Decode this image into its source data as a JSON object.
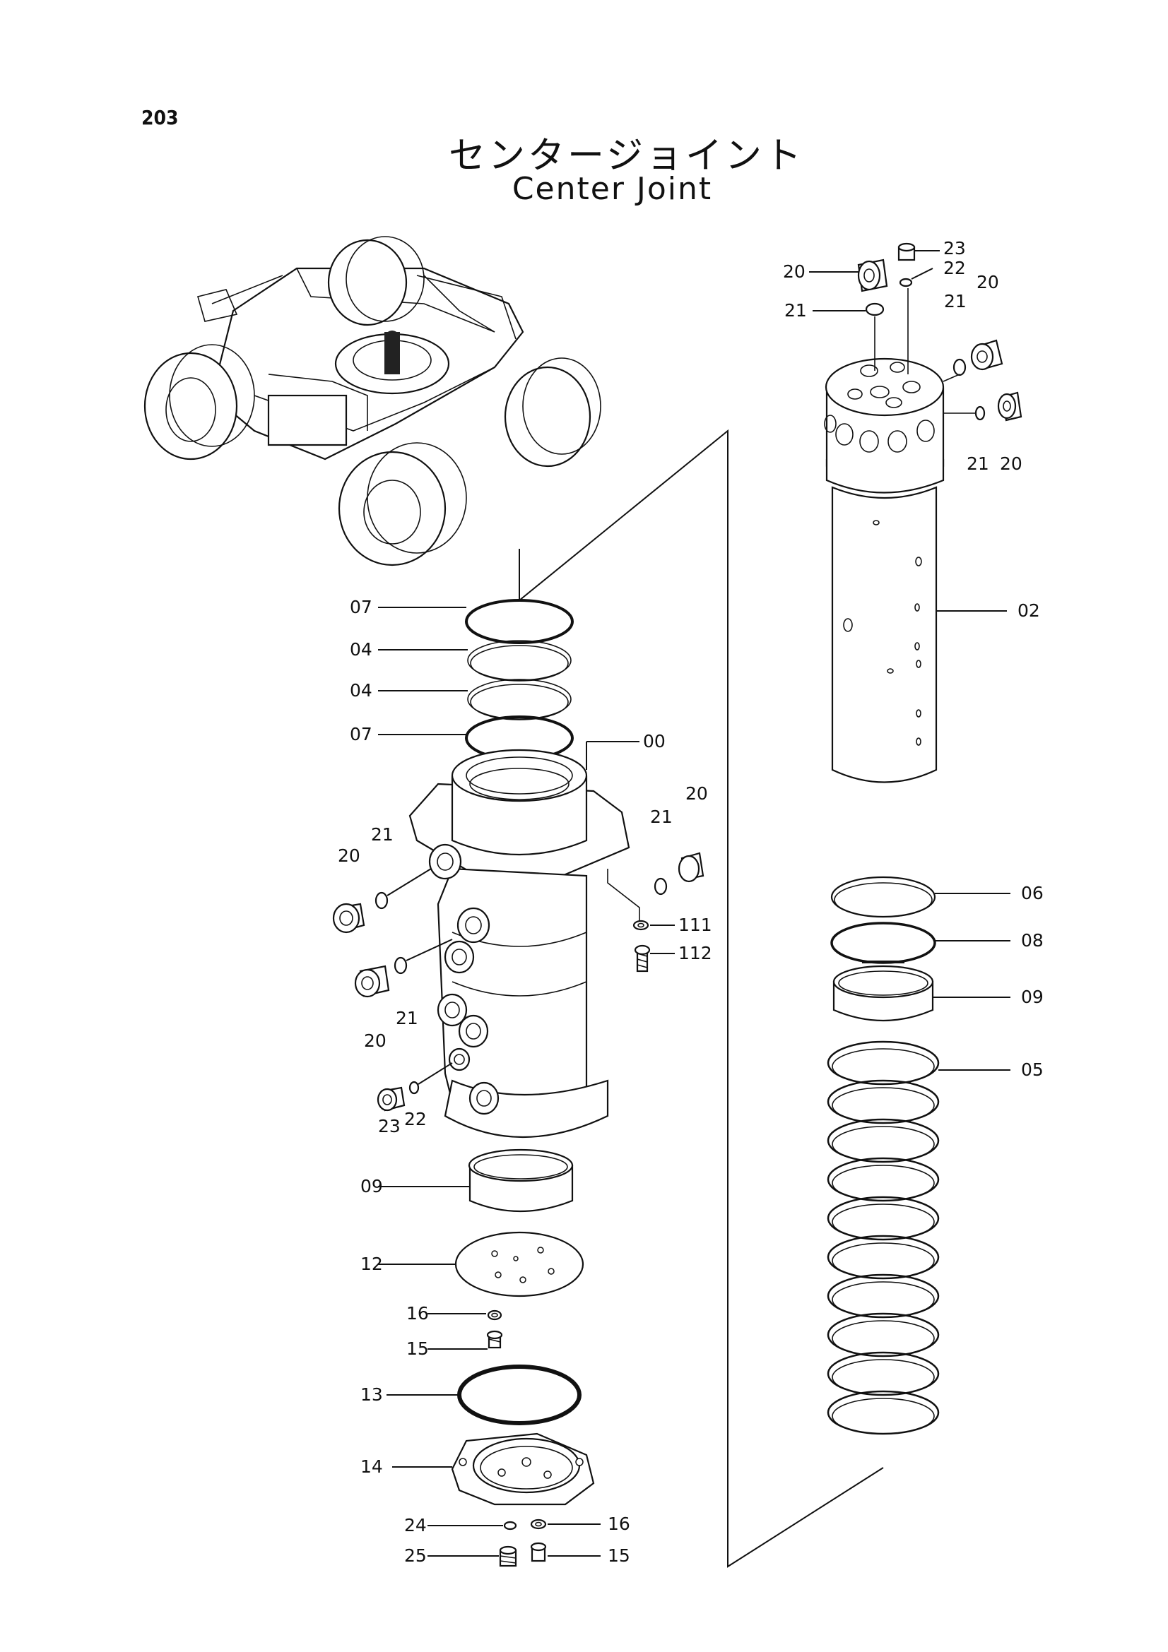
{
  "page": {
    "number": "203"
  },
  "title": {
    "japanese": "センタージョイント",
    "english": "Center Joint"
  },
  "callouts": {
    "c00": "00",
    "c02": "02",
    "c04a": "04",
    "c04b": "04",
    "c05": "05",
    "c06": "06",
    "c07a": "07",
    "c07b": "07",
    "c08": "08",
    "c09a": "09",
    "c09b": "09",
    "c12": "12",
    "c13": "13",
    "c14": "14",
    "c15a": "15",
    "c15b": "15",
    "c16a": "16",
    "c16b": "16",
    "c20a": "20",
    "c20b": "20",
    "c20c": "20",
    "c20d": "20",
    "c20e": "20",
    "c20f": "20",
    "c21a": "21",
    "c21b": "21",
    "c21c": "21",
    "c21d": "21",
    "c21e": "21",
    "c21f": "21",
    "c22a": "22",
    "c22b": "22",
    "c23a": "23",
    "c23b": "23",
    "c24": "24",
    "c25": "25",
    "c111": "111",
    "c112": "112"
  }
}
